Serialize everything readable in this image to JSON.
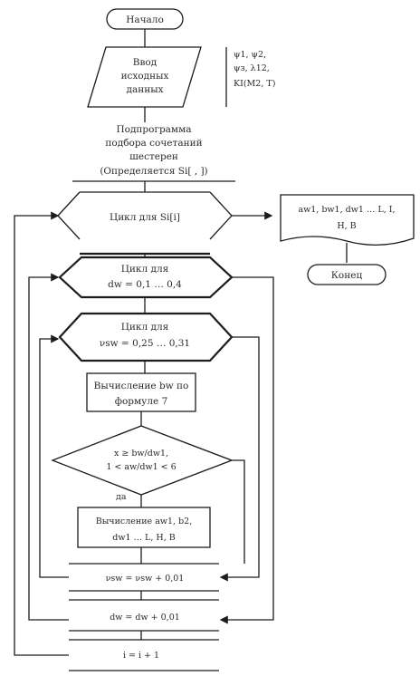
{
  "flowchart": {
    "start": "Начало",
    "end": "Конец",
    "input": [
      "Ввод",
      "исходных",
      "данных"
    ],
    "input_params": [
      "ψ1, ψ2,",
      "ψз, λ12,",
      "KI(M2, T)"
    ],
    "preparation": [
      "Подпрограмма",
      "подбора сочетаний",
      "шестерен",
      "(Определяется Si[ , ])"
    ],
    "loop_i": "Цикл для Si[i]",
    "loop_d": [
      "Цикл для",
      "dw = 0,1 … 0,4"
    ],
    "loop_v": [
      "Цикл для",
      "νsw = 0,25 … 0,31"
    ],
    "compute_b": [
      "Вычисление bw по",
      "формуле 7"
    ],
    "condition": [
      "x ≥ bw/dw1,",
      "1 < aw/dw1 < 6"
    ],
    "condition_yes": "да",
    "compute_params": [
      "Вычисление aw1, b2,",
      "dw1 … L, H, B"
    ],
    "assign_v": "νsw = νsw + 0,01",
    "assign_d": "dw = dw + 0,01",
    "assign_i": "i = i + 1",
    "output": [
      "aw1, bw1, dw1 … L, I,",
      "H, B"
    ]
  }
}
